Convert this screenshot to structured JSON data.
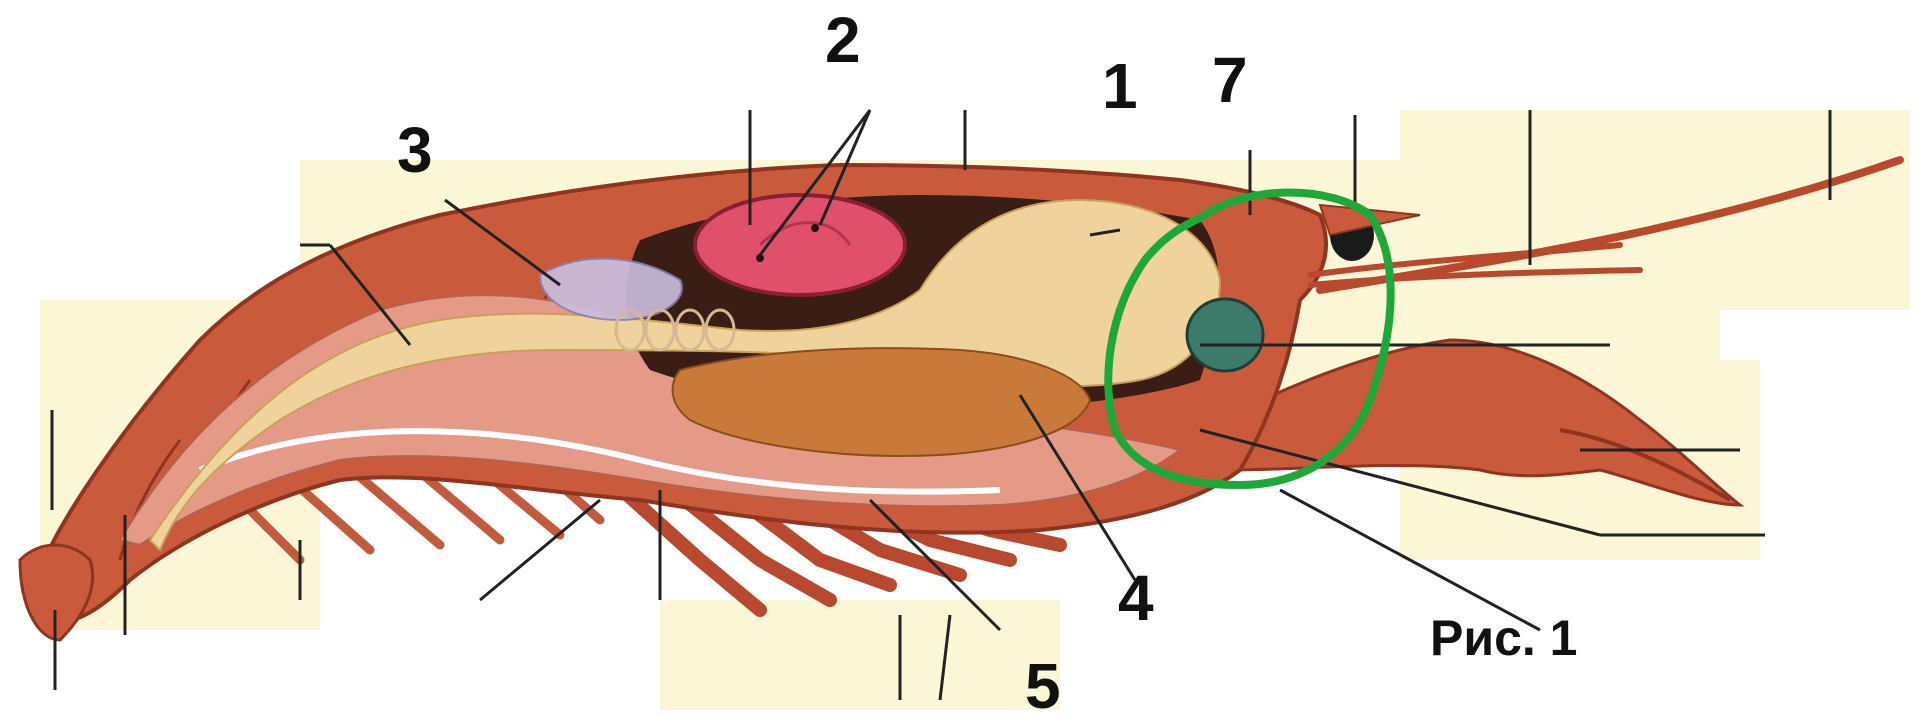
{
  "figure": {
    "caption": "Рис. 1",
    "labels": {
      "n1": "1",
      "n2": "2",
      "n3": "3",
      "n4": "4",
      "n5": "5",
      "n7": "7"
    }
  },
  "colors": {
    "shell": "#c95a3c",
    "shell_dark": "#9a3a24",
    "muscle": "#e59a88",
    "gut": "#f0d39c",
    "liver": "#c97a3a",
    "heart": "#e0506a",
    "gill": "#3c7a6a",
    "highlight": "#1fa83a",
    "background_tint": "#fbf6d6"
  }
}
